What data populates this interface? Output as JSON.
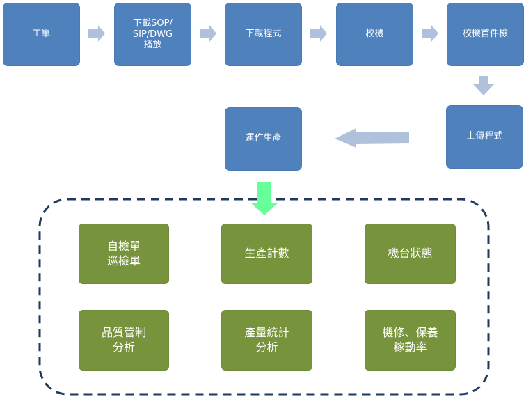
{
  "diagram": {
    "flow_steps": [
      {
        "id": "work-order",
        "label": "工單"
      },
      {
        "id": "download-sop",
        "label": "下載SOP/\nSIP/DWG\n播放"
      },
      {
        "id": "download-program",
        "label": "下載程式"
      },
      {
        "id": "calibrate",
        "label": "校機"
      },
      {
        "id": "first-article",
        "label": "校機首件檢"
      },
      {
        "id": "upload-program",
        "label": "上傳程式"
      },
      {
        "id": "run-production",
        "label": "運作生產"
      }
    ],
    "functions": [
      {
        "id": "inspection-sheets",
        "label": "自檢單\n巡檢單"
      },
      {
        "id": "production-count",
        "label": "生產計數"
      },
      {
        "id": "machine-status",
        "label": "機台狀態"
      },
      {
        "id": "quality-control",
        "label": "品質管制\n分析"
      },
      {
        "id": "output-statistics",
        "label": "產量統計\n分析"
      },
      {
        "id": "maintenance",
        "label": "機修、保養\n稼動率"
      }
    ],
    "colors": {
      "step_fill": "#4f81bd",
      "function_fill": "#77933c",
      "arrow_fill": "#b0c1dc",
      "highlight_arrow": "#66ff99",
      "group_border": "#1f3a5f"
    }
  }
}
